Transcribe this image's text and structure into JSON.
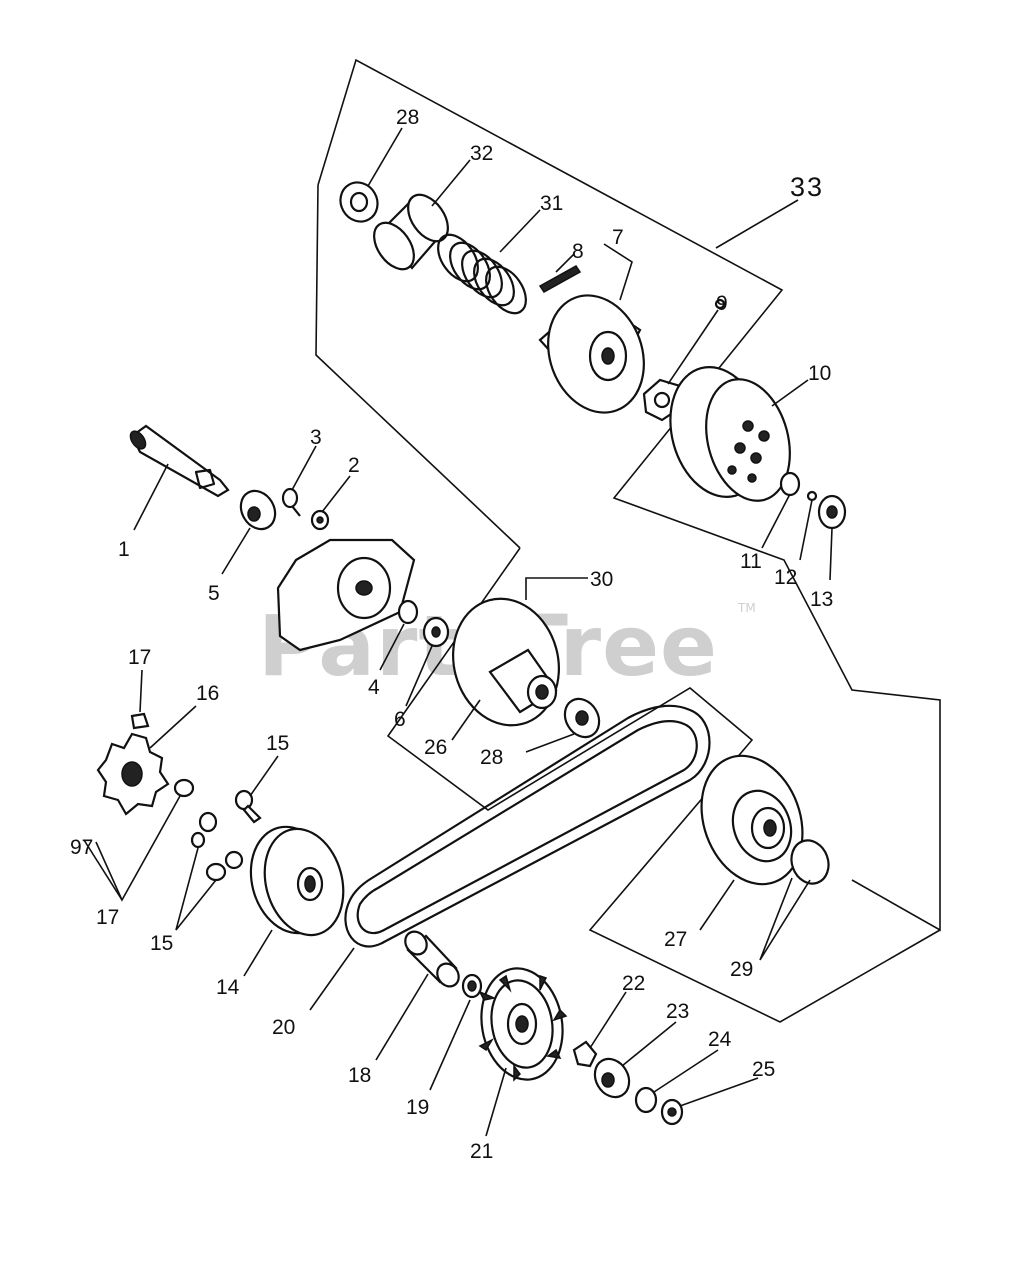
{
  "watermark": {
    "text": "PartsTree",
    "trademark": "TM"
  },
  "callouts": [
    {
      "id": "c1",
      "text": "1"
    },
    {
      "id": "c2",
      "text": "2"
    },
    {
      "id": "c3",
      "text": "3"
    },
    {
      "id": "c4",
      "text": "4"
    },
    {
      "id": "c5",
      "text": "5"
    },
    {
      "id": "c6",
      "text": "6"
    },
    {
      "id": "c7",
      "text": "7"
    },
    {
      "id": "c8",
      "text": "8"
    },
    {
      "id": "c9",
      "text": "9"
    },
    {
      "id": "c10",
      "text": "10"
    },
    {
      "id": "c11",
      "text": "11"
    },
    {
      "id": "c12",
      "text": "12"
    },
    {
      "id": "c13",
      "text": "13"
    },
    {
      "id": "c14",
      "text": "14"
    },
    {
      "id": "c15a",
      "text": "15"
    },
    {
      "id": "c15b",
      "text": "15"
    },
    {
      "id": "c16",
      "text": "16"
    },
    {
      "id": "c17a",
      "text": "17"
    },
    {
      "id": "c17b",
      "text": "17"
    },
    {
      "id": "c18",
      "text": "18"
    },
    {
      "id": "c19",
      "text": "19"
    },
    {
      "id": "c20",
      "text": "20"
    },
    {
      "id": "c21",
      "text": "21"
    },
    {
      "id": "c22",
      "text": "22"
    },
    {
      "id": "c23",
      "text": "23"
    },
    {
      "id": "c24",
      "text": "24"
    },
    {
      "id": "c25",
      "text": "25"
    },
    {
      "id": "c26",
      "text": "26"
    },
    {
      "id": "c27",
      "text": "27"
    },
    {
      "id": "c28a",
      "text": "28"
    },
    {
      "id": "c28b",
      "text": "28"
    },
    {
      "id": "c29",
      "text": "29"
    },
    {
      "id": "c30",
      "text": "30"
    },
    {
      "id": "c31",
      "text": "31"
    },
    {
      "id": "c32",
      "text": "32"
    },
    {
      "id": "c33",
      "text": "33"
    },
    {
      "id": "c97",
      "text": "97"
    }
  ]
}
